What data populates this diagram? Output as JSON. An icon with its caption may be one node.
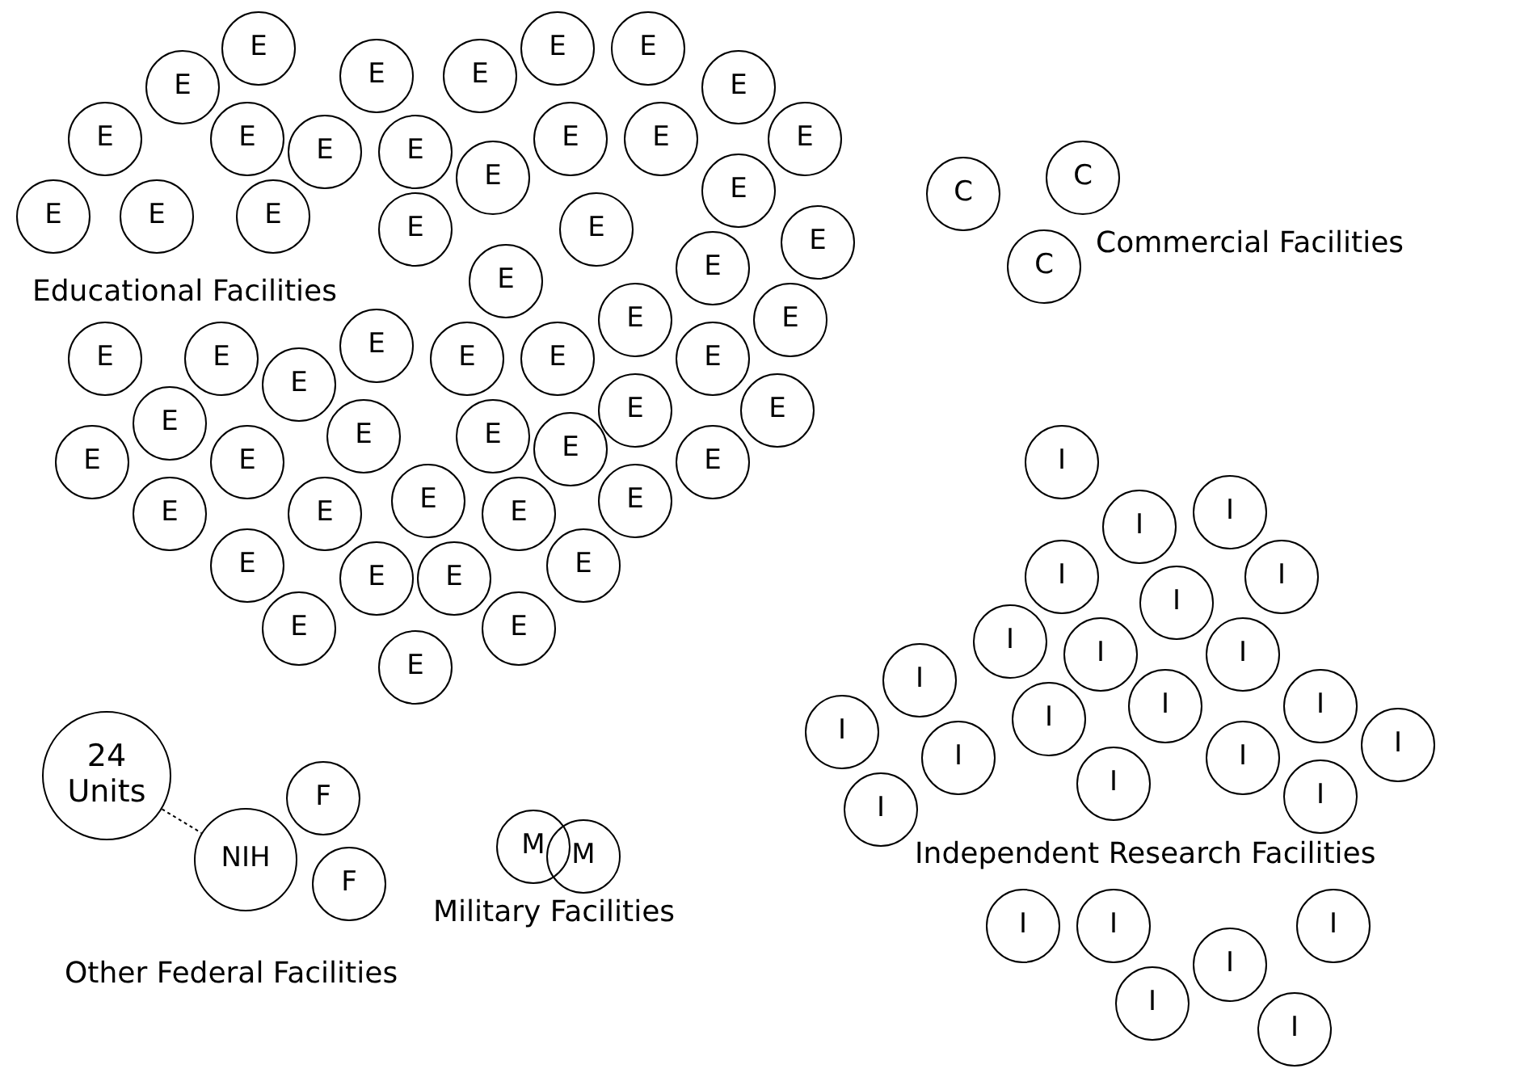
{
  "diagram": {
    "nodes": [
      {
        "text": [
          "E"
        ]
      },
      {
        "text": [
          "E"
        ]
      },
      {
        "text": [
          "E"
        ]
      },
      {
        "text": [
          "E"
        ]
      },
      {
        "text": [
          "E"
        ]
      },
      {
        "text": [
          "E"
        ]
      },
      {
        "text": [
          "E"
        ]
      },
      {
        "text": [
          "E"
        ]
      },
      {
        "text": [
          "E"
        ]
      },
      {
        "text": [
          "E"
        ]
      },
      {
        "text": [
          "E"
        ]
      },
      {
        "text": [
          "E"
        ]
      },
      {
        "text": [
          "E"
        ]
      },
      {
        "text": [
          "E"
        ]
      },
      {
        "text": [
          "E"
        ]
      },
      {
        "text": [
          "E"
        ]
      },
      {
        "text": [
          "E"
        ]
      },
      {
        "text": [
          "E"
        ]
      },
      {
        "text": [
          "E"
        ]
      },
      {
        "text": [
          "E"
        ]
      },
      {
        "text": [
          "E"
        ]
      },
      {
        "text": [
          "E"
        ]
      },
      {
        "text": [
          "E"
        ]
      },
      {
        "text": [
          "E"
        ]
      },
      {
        "text": [
          "E"
        ]
      },
      {
        "text": [
          "E"
        ]
      },
      {
        "text": [
          "E"
        ]
      },
      {
        "text": [
          "E"
        ]
      },
      {
        "text": [
          "E"
        ]
      },
      {
        "text": [
          "E"
        ]
      },
      {
        "text": [
          "E"
        ]
      },
      {
        "text": [
          "E"
        ]
      },
      {
        "text": [
          "E"
        ]
      },
      {
        "text": [
          "E"
        ]
      },
      {
        "text": [
          "E"
        ]
      },
      {
        "text": [
          "E"
        ]
      },
      {
        "text": [
          "E"
        ]
      },
      {
        "text": [
          "E"
        ]
      },
      {
        "text": [
          "E"
        ]
      },
      {
        "text": [
          "E"
        ]
      },
      {
        "text": [
          "E"
        ]
      },
      {
        "text": [
          "E"
        ]
      },
      {
        "text": [
          "E"
        ]
      },
      {
        "text": [
          "E"
        ]
      },
      {
        "text": [
          "E"
        ]
      },
      {
        "text": [
          "E"
        ]
      },
      {
        "text": [
          "E"
        ]
      },
      {
        "text": [
          "E"
        ]
      },
      {
        "text": [
          "E"
        ]
      },
      {
        "text": [
          "E"
        ]
      },
      {
        "text": [
          "E"
        ]
      },
      {
        "text": [
          "E"
        ]
      },
      {
        "text": [
          "E"
        ]
      },
      {
        "text": [
          "E"
        ]
      },
      {
        "text": [
          "C"
        ]
      },
      {
        "text": [
          "C"
        ]
      },
      {
        "text": [
          "C"
        ]
      },
      {
        "text": [
          "I"
        ]
      },
      {
        "text": [
          "I"
        ]
      },
      {
        "text": [
          "I"
        ]
      },
      {
        "text": [
          "I"
        ]
      },
      {
        "text": [
          "I"
        ]
      },
      {
        "text": [
          "I"
        ]
      },
      {
        "text": [
          "I"
        ]
      },
      {
        "text": [
          "I"
        ]
      },
      {
        "text": [
          "I"
        ]
      },
      {
        "text": [
          "I"
        ]
      },
      {
        "text": [
          "I"
        ]
      },
      {
        "text": [
          "I"
        ]
      },
      {
        "text": [
          "I"
        ]
      },
      {
        "text": [
          "I"
        ]
      },
      {
        "text": [
          "I"
        ]
      },
      {
        "text": [
          "I"
        ]
      },
      {
        "text": [
          "I"
        ]
      },
      {
        "text": [
          "I"
        ]
      },
      {
        "text": [
          "I"
        ]
      },
      {
        "text": [
          "I"
        ]
      },
      {
        "text": [
          "I"
        ]
      },
      {
        "text": [
          "I"
        ]
      },
      {
        "text": [
          "I"
        ]
      },
      {
        "text": [
          "I"
        ]
      },
      {
        "text": [
          "I"
        ]
      },
      {
        "text": [
          "I"
        ]
      },
      {
        "text": [
          "24 Units"
        ]
      },
      {
        "text": [
          "NIH"
        ]
      },
      {
        "text": [
          "F"
        ]
      },
      {
        "text": [
          "F"
        ]
      },
      {
        "text": [
          "M"
        ]
      },
      {
        "text": [
          "M"
        ]
      }
    ],
    "edges": [
      {
        "from": 83,
        "to": 84,
        "arrow": "none",
        "style": "dashed"
      }
    ],
    "labels": [
      "Educational Facilities",
      "Commercial Facilities",
      "Independent Research Facilities",
      "Military Facilities",
      "Other Federal Facilities"
    ]
  }
}
